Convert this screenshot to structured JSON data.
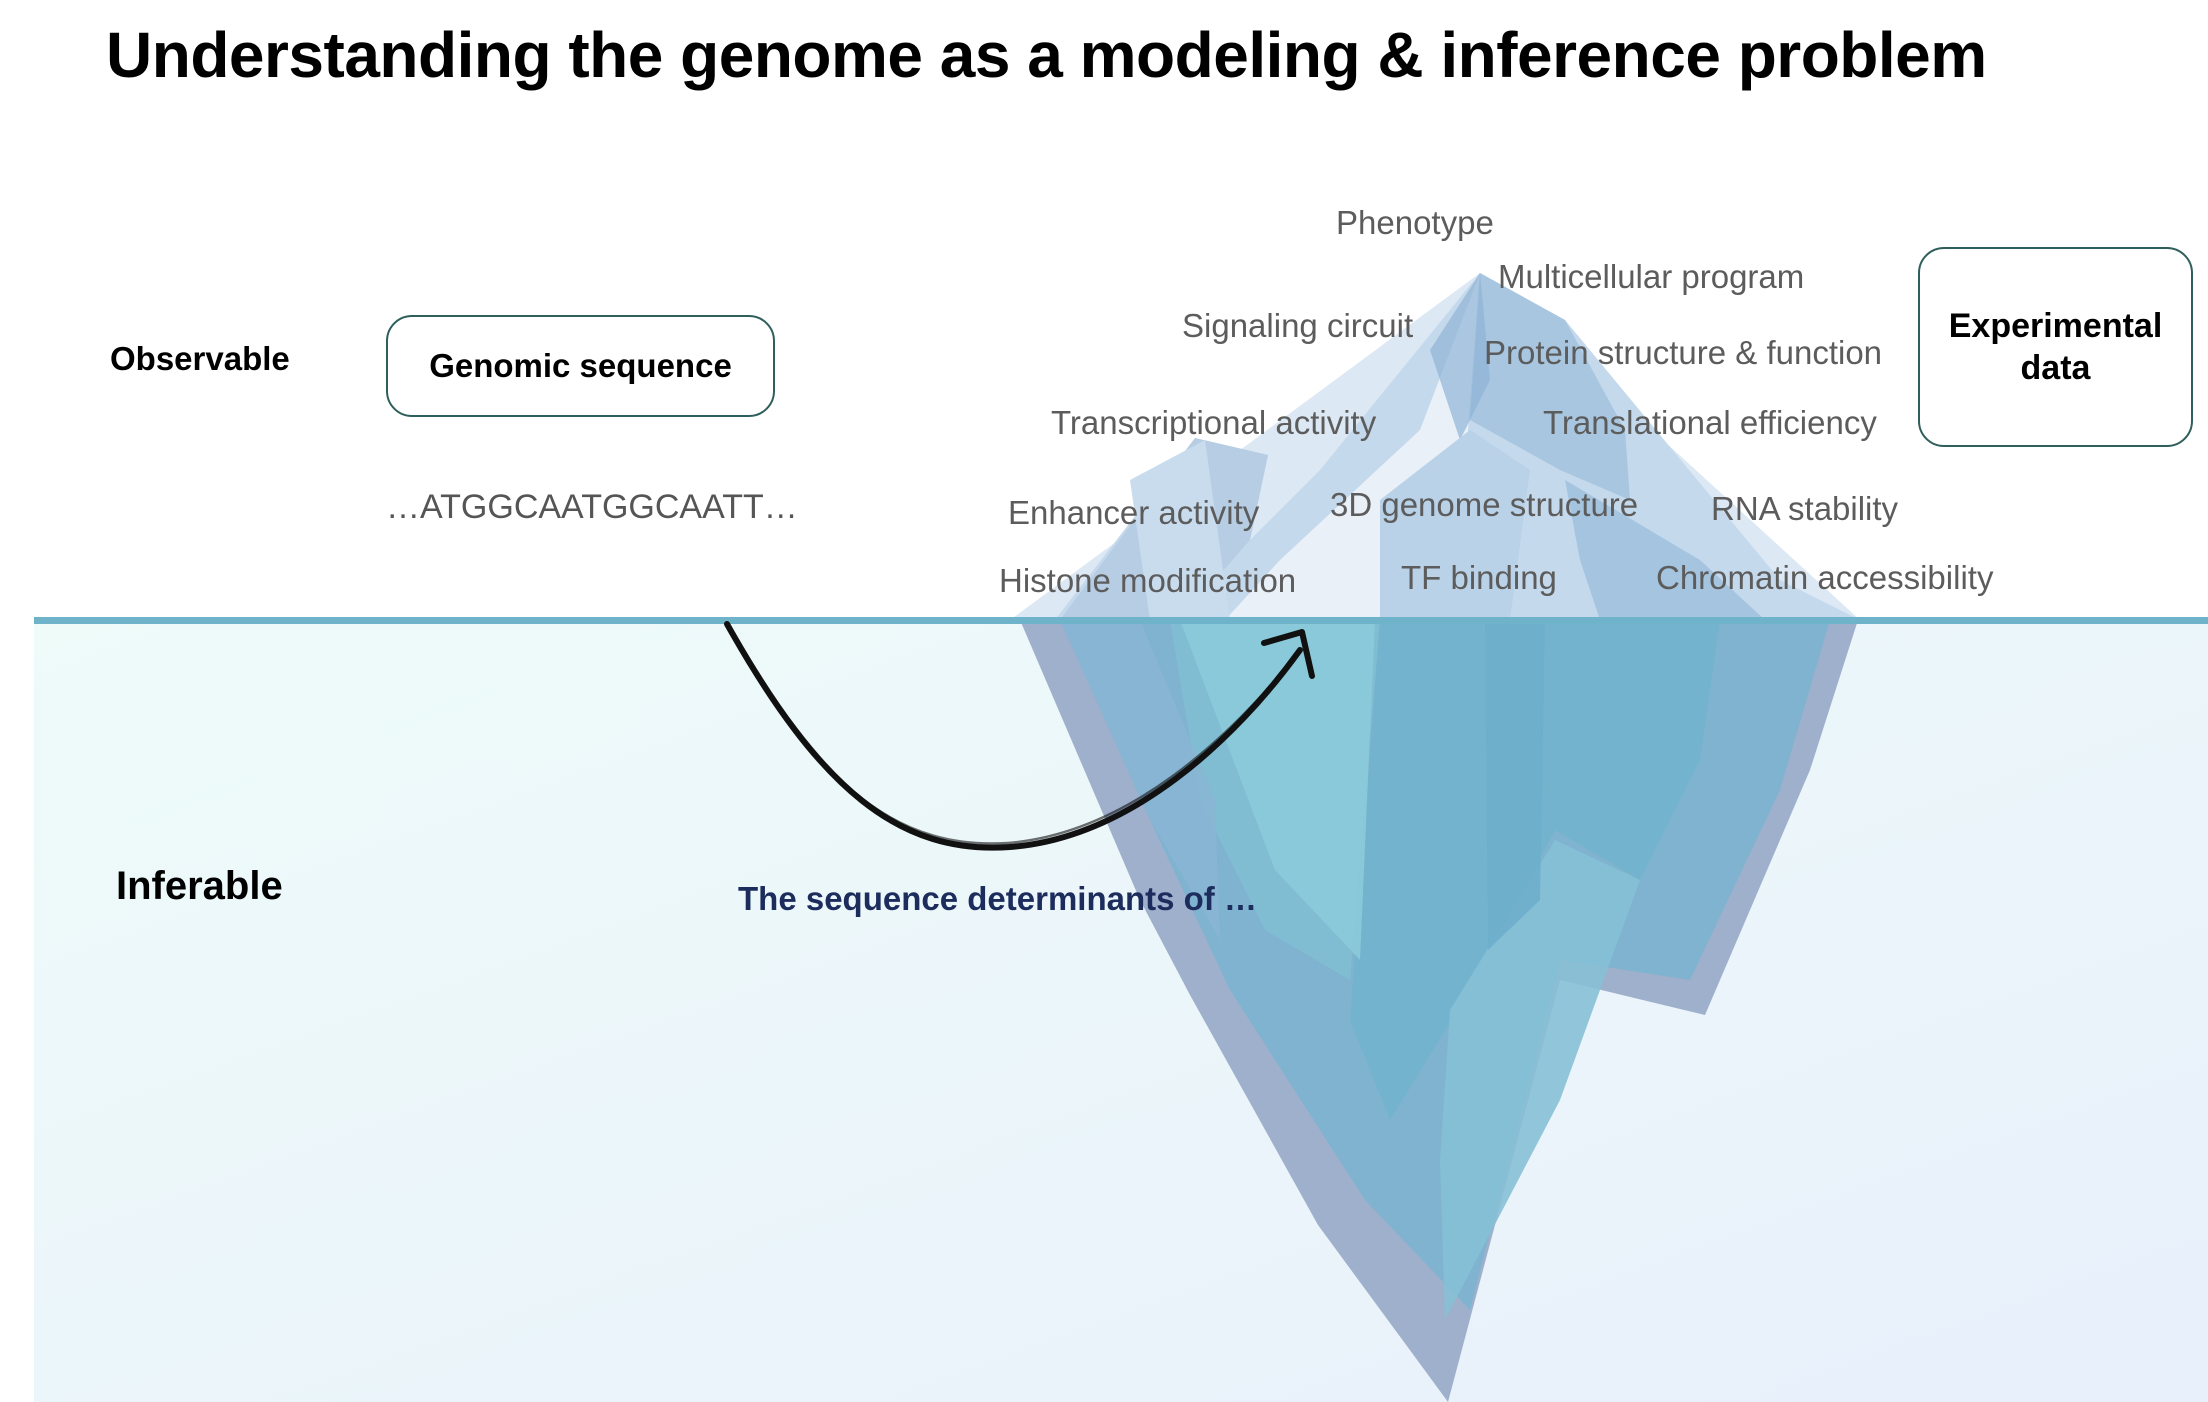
{
  "title": "Understanding the genome as a modeling & inference problem",
  "rows": {
    "observable": "Observable",
    "inferable": "Inferable"
  },
  "genomic_box": "Genomic sequence",
  "experimental_box": "Experimental data",
  "sequence": "…ATGGCAATGGCAATT…",
  "determinants": "The sequence determinants of …",
  "iceberg_labels": {
    "phenotype": "Phenotype",
    "multicellular": "Multicellular program",
    "signaling": "Signaling circuit",
    "protein": "Protein structure & function",
    "transcriptional": "Transcriptional activity",
    "translational": "Translational efficiency",
    "enhancer": "Enhancer activity",
    "genome3d": "3D genome structure",
    "rna": "RNA stability",
    "histone": "Histone modification",
    "tf": "TF binding",
    "chromatin": "Chromatin accessibility"
  },
  "colors": {
    "waterline": "#6fb3cb",
    "water_top": "#eefbf9",
    "water_bottom": "#e8f0fb",
    "ice_light": "#dce8f3",
    "ice_mid": "#a8c6e0",
    "ice_deep": "#6aaecb",
    "underwater_outer": "#9eb0cc",
    "box_border": "#2f5f5c",
    "determinants_text": "#1c2c5c"
  }
}
